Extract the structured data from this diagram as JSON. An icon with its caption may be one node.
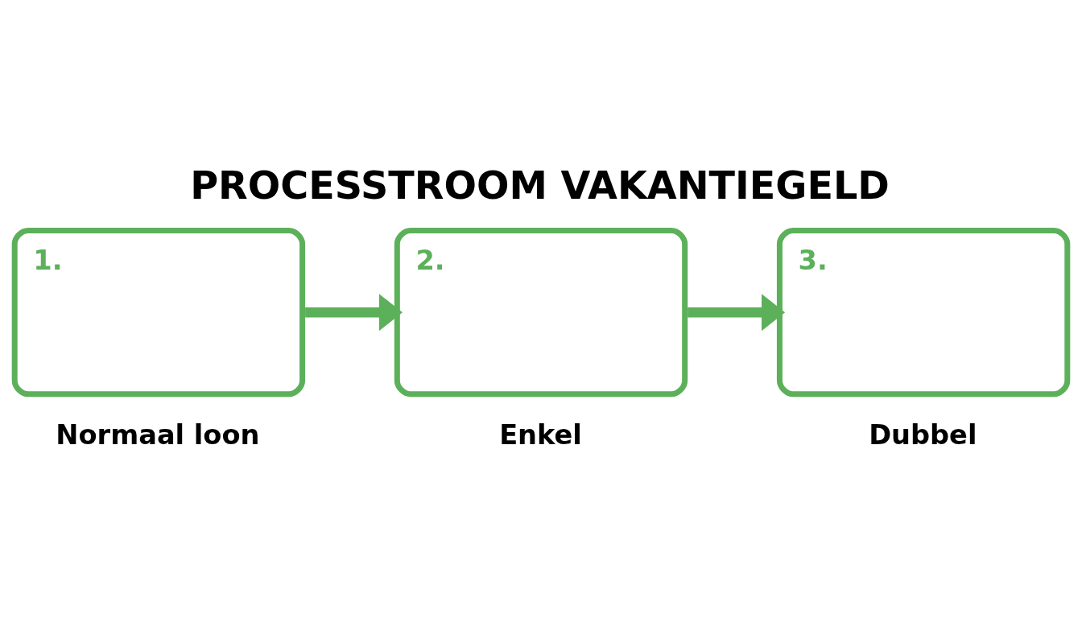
{
  "diagram": {
    "title": "PROCESSTROOM VAKANTIEGELD",
    "nodes": [
      {
        "text": [
          "1."
        ],
        "beside": [
          "Normaal loon"
        ]
      },
      {
        "text": [
          "2."
        ],
        "beside": [
          "Enkel"
        ]
      },
      {
        "text": [
          "3."
        ],
        "beside": [
          "Dubbel"
        ]
      }
    ],
    "edges": [
      {
        "from": 0,
        "to": 1,
        "arrow": "to"
      },
      {
        "from": 1,
        "to": 2,
        "arrow": "to"
      }
    ]
  }
}
